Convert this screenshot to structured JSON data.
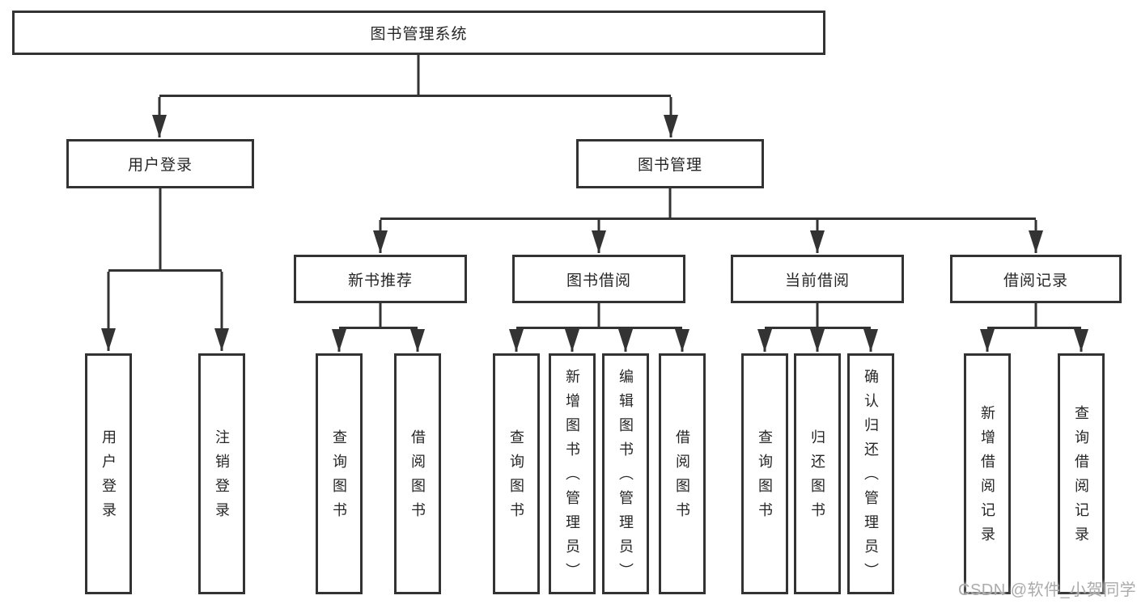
{
  "colors": {
    "line": "#333333",
    "text": "#262626",
    "watermark": "#ababab",
    "background": "#ffffff"
  },
  "diagram": {
    "type": "hierarchy-tree",
    "root": {
      "label": "图书管理系统"
    },
    "branches": [
      {
        "label": "用户登录",
        "children": [
          {
            "label": "用户登录"
          },
          {
            "label": "注销登录"
          }
        ]
      },
      {
        "label": "图书管理",
        "children": [
          {
            "label": "新书推荐",
            "children": [
              {
                "label": "查询图书"
              },
              {
                "label": "借阅图书"
              }
            ]
          },
          {
            "label": "图书借阅",
            "children": [
              {
                "label": "查询图书"
              },
              {
                "label": "新增图书（管理员）"
              },
              {
                "label": "编辑图书（管理员）"
              },
              {
                "label": "借阅图书"
              }
            ]
          },
          {
            "label": "当前借阅",
            "children": [
              {
                "label": "查询图书"
              },
              {
                "label": "归还图书"
              },
              {
                "label": "确认归还（管理员）"
              }
            ]
          },
          {
            "label": "借阅记录",
            "children": [
              {
                "label": "新增借阅记录"
              },
              {
                "label": "查询借阅记录"
              }
            ]
          }
        ]
      }
    ]
  },
  "watermark": {
    "text": "CSDN @软件_小贺同学"
  }
}
